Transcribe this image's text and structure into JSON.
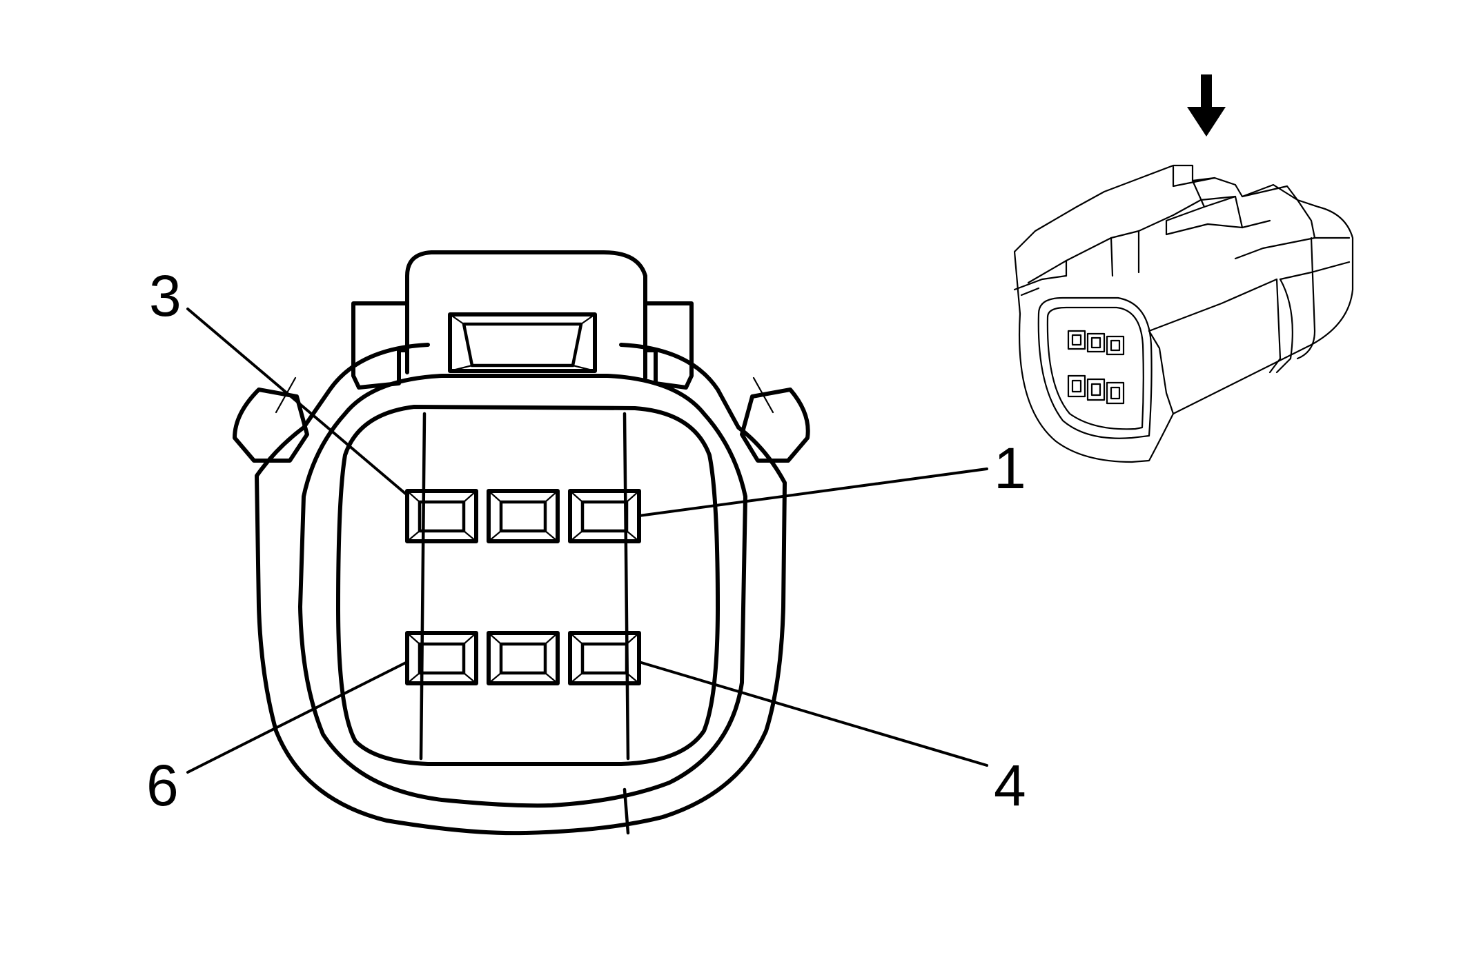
{
  "pin_labels": {
    "pin_1": "1",
    "pin_3": "3",
    "pin_4": "4",
    "pin_6": "6"
  },
  "colors": {
    "line": "#000000",
    "background": "#ffffff"
  },
  "icons": {
    "view_direction": "down-arrow-icon"
  }
}
